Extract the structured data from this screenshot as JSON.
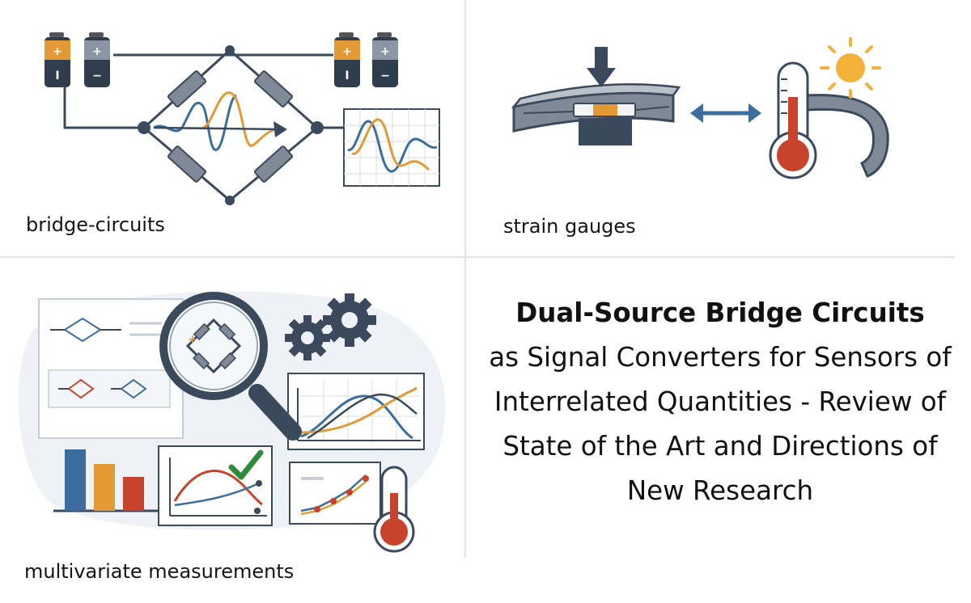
{
  "panels": {
    "bridge": {
      "caption": "bridge-circuits"
    },
    "strain": {
      "caption": "strain gauges"
    },
    "multivariate": {
      "caption": "multivariate measurements"
    }
  },
  "title": {
    "main": "Dual-Source Bridge Circuits",
    "sub": "as Signal Converters for Sensors of Interrelated Quantities - Review of State of the Art and Directions of New Research"
  },
  "battery_labels": {
    "plus": "+",
    "minus": "−",
    "one": "I"
  },
  "colors": {
    "navy": "#3a4a5c",
    "orange": "#e39a35",
    "blue": "#3b6e9e",
    "red": "#c8432b",
    "green": "#2f8a3a",
    "gray": "#7f8a96",
    "sun": "#f2b23a"
  }
}
